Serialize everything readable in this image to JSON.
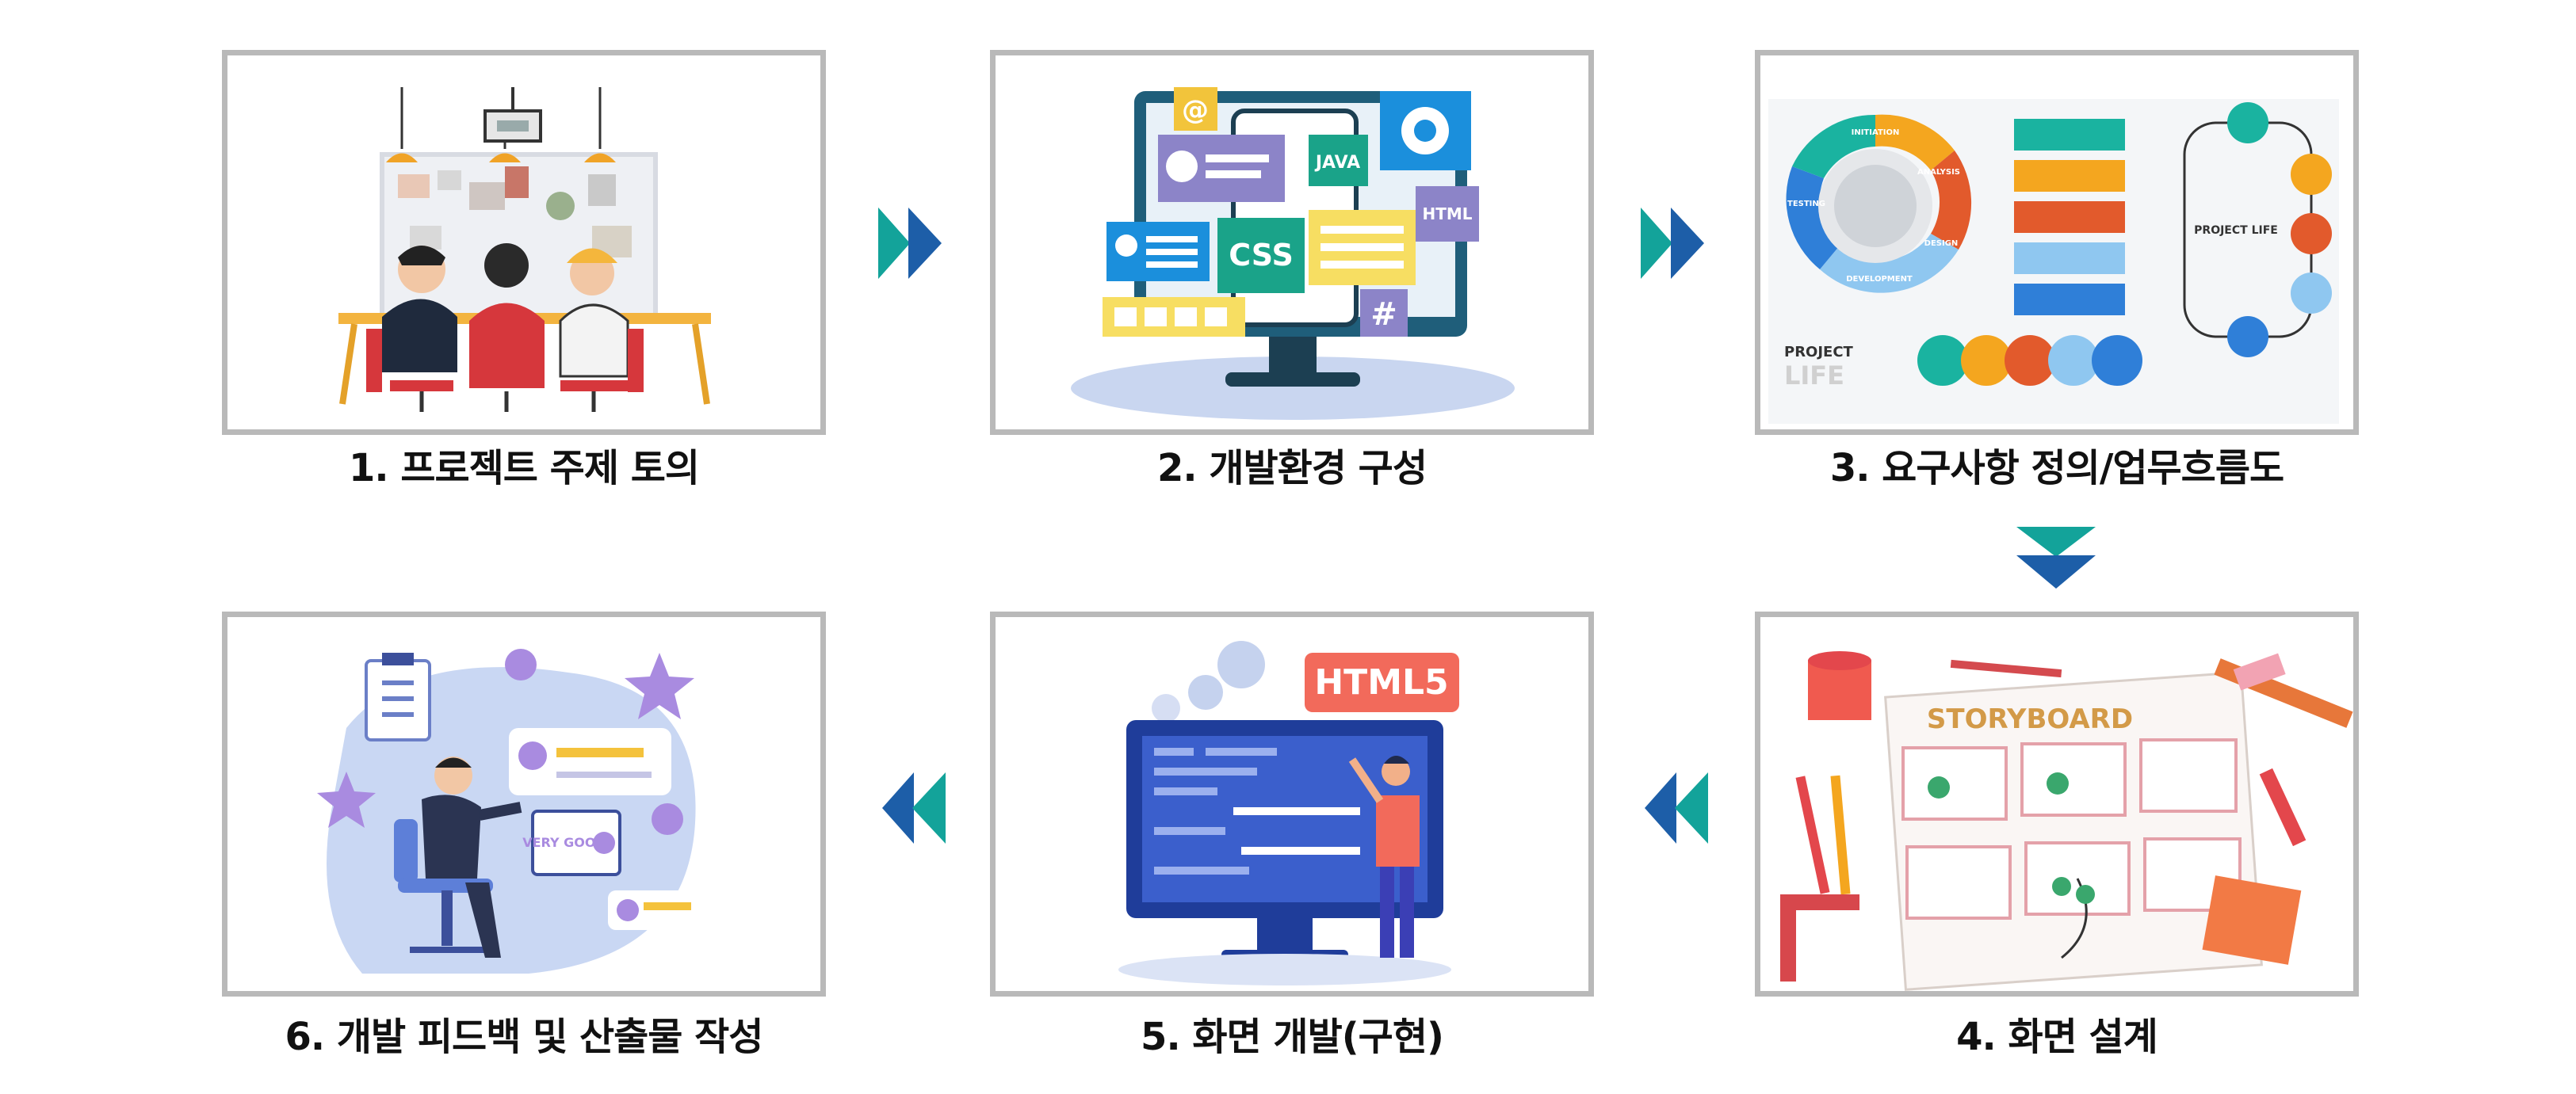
{
  "steps": [
    {
      "caption": "1. 프로젝트 주제 토의",
      "icon": "team-meeting-illustration"
    },
    {
      "caption": "2. 개발환경 구성",
      "icon": "web-development-illustration"
    },
    {
      "caption": "3. 요구사항 정의/업무흐름도",
      "icon": "project-lifecycle-illustration",
      "labels": {
        "initiation": "INITIATION",
        "analysis": "ANALYSIS",
        "testing": "TESTING",
        "design": "DESIGN",
        "development": "DEVELOPMENT",
        "project_life": "PROJECT LIFE",
        "project": "PROJECT",
        "life": "LIFE"
      }
    },
    {
      "caption": "4. 화면 설계",
      "icon": "storyboard-illustration",
      "labels": {
        "storyboard": "STORYBOARD"
      }
    },
    {
      "caption": "5. 화면 개발(구현)",
      "icon": "html5-coding-illustration",
      "labels": {
        "html5": "HTML5"
      }
    },
    {
      "caption": "6. 개발 피드백 및 산출물 작성",
      "icon": "feedback-review-illustration",
      "labels": {
        "very_good": "VERY GOOD"
      }
    }
  ],
  "icon_labels": {
    "java": "JAVA",
    "css": "CSS",
    "html": "HTML",
    "hash": "#",
    "at": "@"
  },
  "colors": {
    "border": "#b9b9b9",
    "arrow_teal": "#13a39a",
    "arrow_blue": "#1d5ea8",
    "caption": "#111111"
  }
}
